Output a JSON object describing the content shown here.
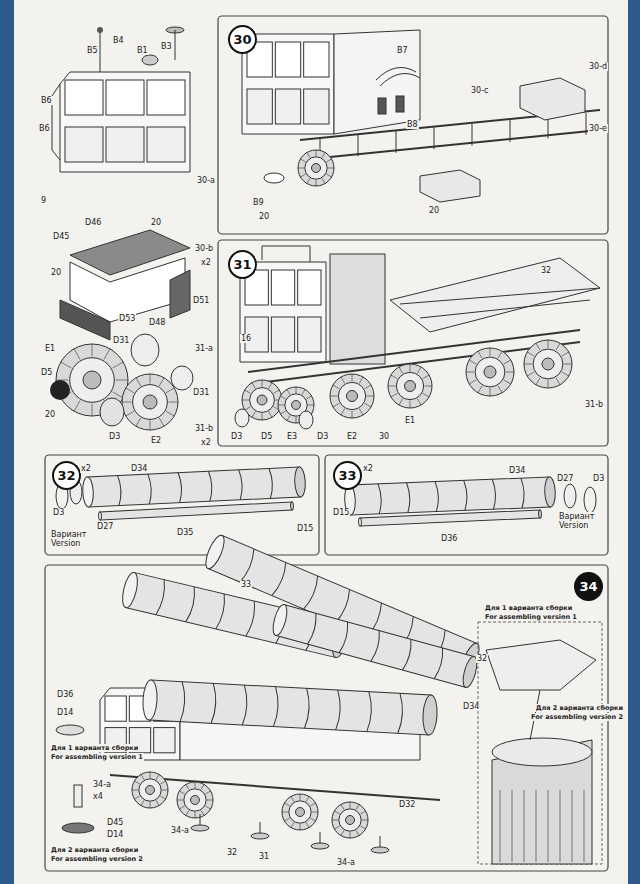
{
  "diagram": {
    "nodes": [
      {
        "text": [
          "30"
        ]
      },
      {
        "text": [
          "31"
        ]
      },
      {
        "text": [
          "32"
        ]
      },
      {
        "text": [
          "33"
        ]
      },
      {
        "text": [
          "34"
        ]
      }
    ],
    "labels": [
      "B5",
      "B4",
      "B1",
      "B3",
      "B6",
      "B6",
      "30-a",
      "9",
      "D45",
      "D46",
      "20",
      "30-b",
      "x2",
      "20",
      "D53",
      "D51",
      "D48",
      "D31",
      "E1",
      "31-a",
      "D5",
      "20",
      "D31",
      "E2",
      "D3",
      "31-b",
      "x2",
      "B7",
      "B8",
      "B9",
      "20",
      "30-c",
      "30-d",
      "30-e",
      "20",
      "16",
      "32",
      "31-b",
      "E1",
      "D3",
      "D5",
      "E3",
      "D3",
      "E2",
      "30",
      "x2",
      "D34",
      "D35",
      "D15",
      "D3",
      "D27",
      "Вариант",
      "Version",
      "x2",
      "D34",
      "D36",
      "D15",
      "D27",
      "D3",
      "Вариант",
      "Version",
      "33",
      "32",
      "D36",
      "D14",
      "Для 1 варианта сборки",
      "For assembling version 1",
      "34-a",
      "x4",
      "D45",
      "D14",
      "Для 2 варианта сборки",
      "For assembling version 2",
      "32",
      "31",
      "D34",
      "D32",
      "34-a",
      "34-a",
      "Для 1 варианта сборки",
      "For assembling version 1",
      "Для 2 варианта сборки",
      "For assembling version 2"
    ]
  }
}
